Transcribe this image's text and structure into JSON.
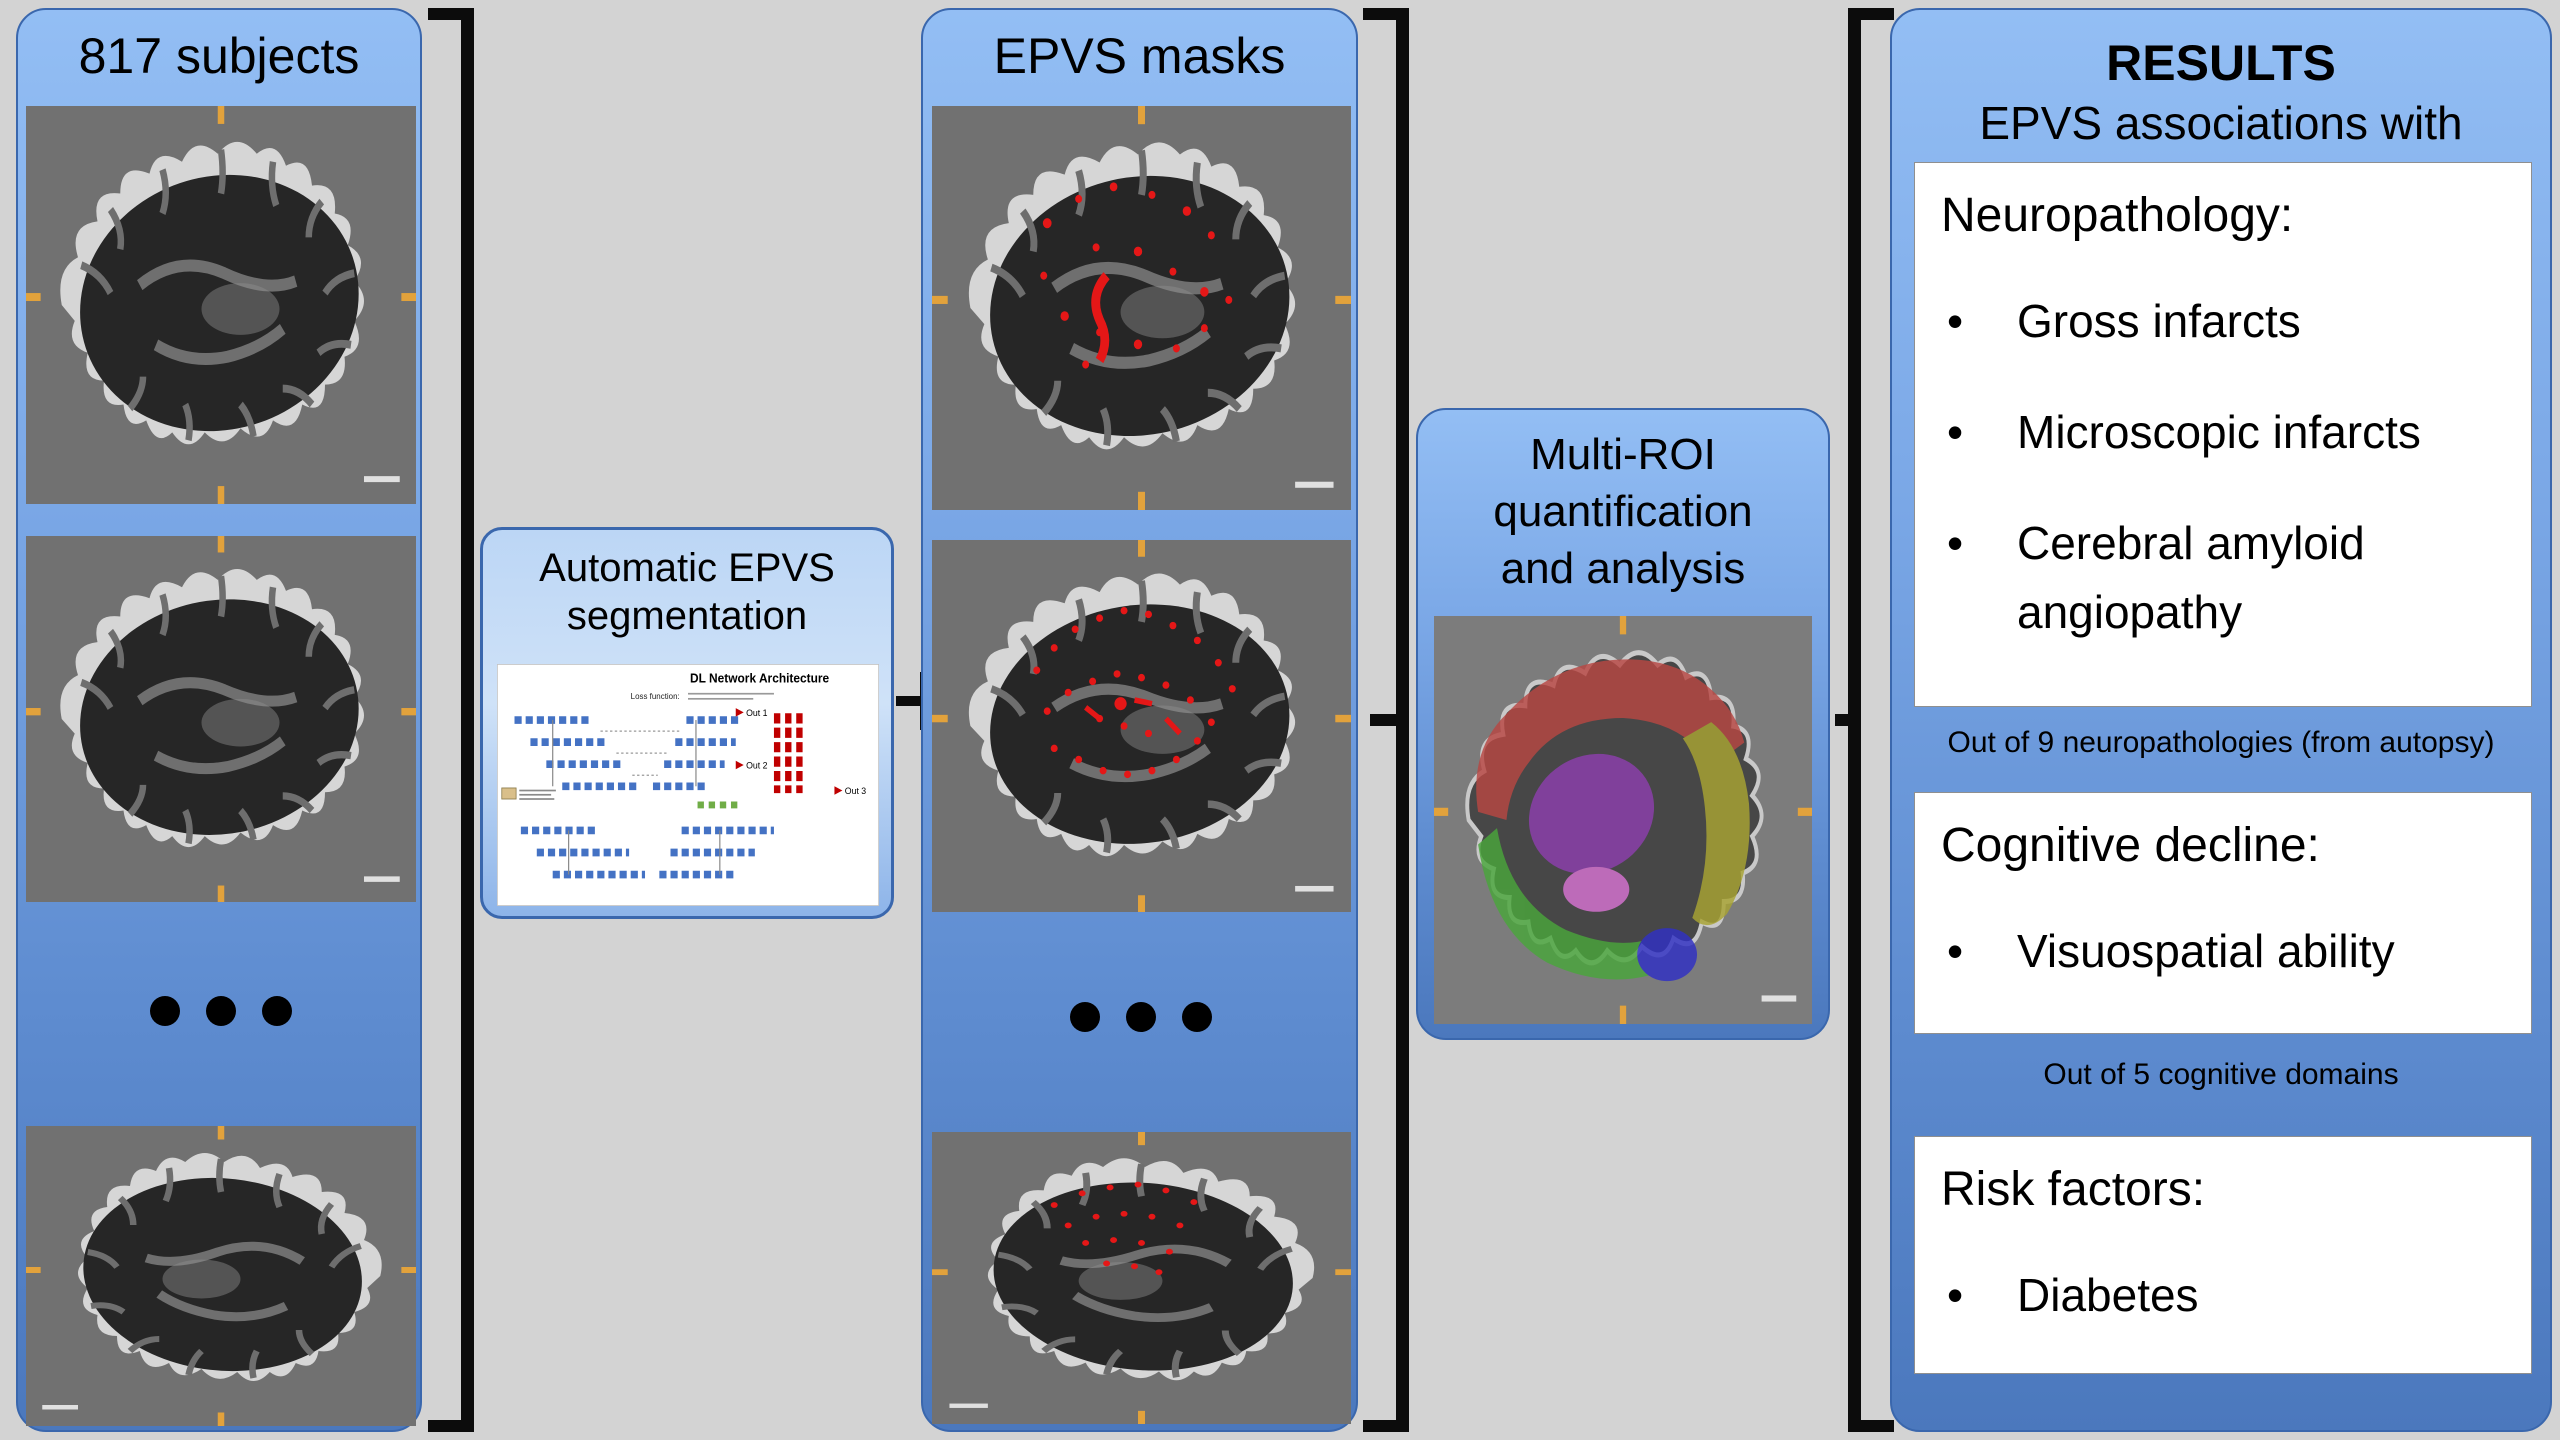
{
  "figure": {
    "background": "#d3d3d3",
    "panel_blue_top": "#93bef4",
    "panel_blue_bottom": "#4b78bd",
    "epvs_red": "#e51717"
  },
  "panel_subjects": {
    "title": "817 subjects"
  },
  "seg_box": {
    "title_line1": "Automatic EPVS",
    "title_line2": "segmentation",
    "arch_title": "DL Network Architecture",
    "arch_loss": "Loss function:",
    "arch_out1": "Out 1",
    "arch_out2": "Out 2",
    "arch_out3": "Out 3"
  },
  "panel_masks": {
    "title": "EPVS masks"
  },
  "panel_roi": {
    "title_line1": "Multi-ROI",
    "title_line2": "quantification",
    "title_line3": "and analysis",
    "roi_colors": [
      "#b84743",
      "#8d3fae",
      "#d873d2",
      "#a9a433",
      "#4aa63c",
      "#3030c4"
    ]
  },
  "results": {
    "title": "RESULTS",
    "subtitle": "EPVS associations with",
    "sections": [
      {
        "heading": "Neuropathology:",
        "bullets": [
          "Gross infarcts",
          "Microscopic infarcts",
          "Cerebral amyloid angiopathy"
        ],
        "caption": "Out of 9 neuropathologies (from autopsy)"
      },
      {
        "heading": "Cognitive decline:",
        "bullets": [
          "Visuospatial ability"
        ],
        "caption": "Out of 5 cognitive domains"
      },
      {
        "heading": "Risk factors:",
        "bullets": [
          "Diabetes"
        ],
        "caption": ""
      }
    ]
  }
}
